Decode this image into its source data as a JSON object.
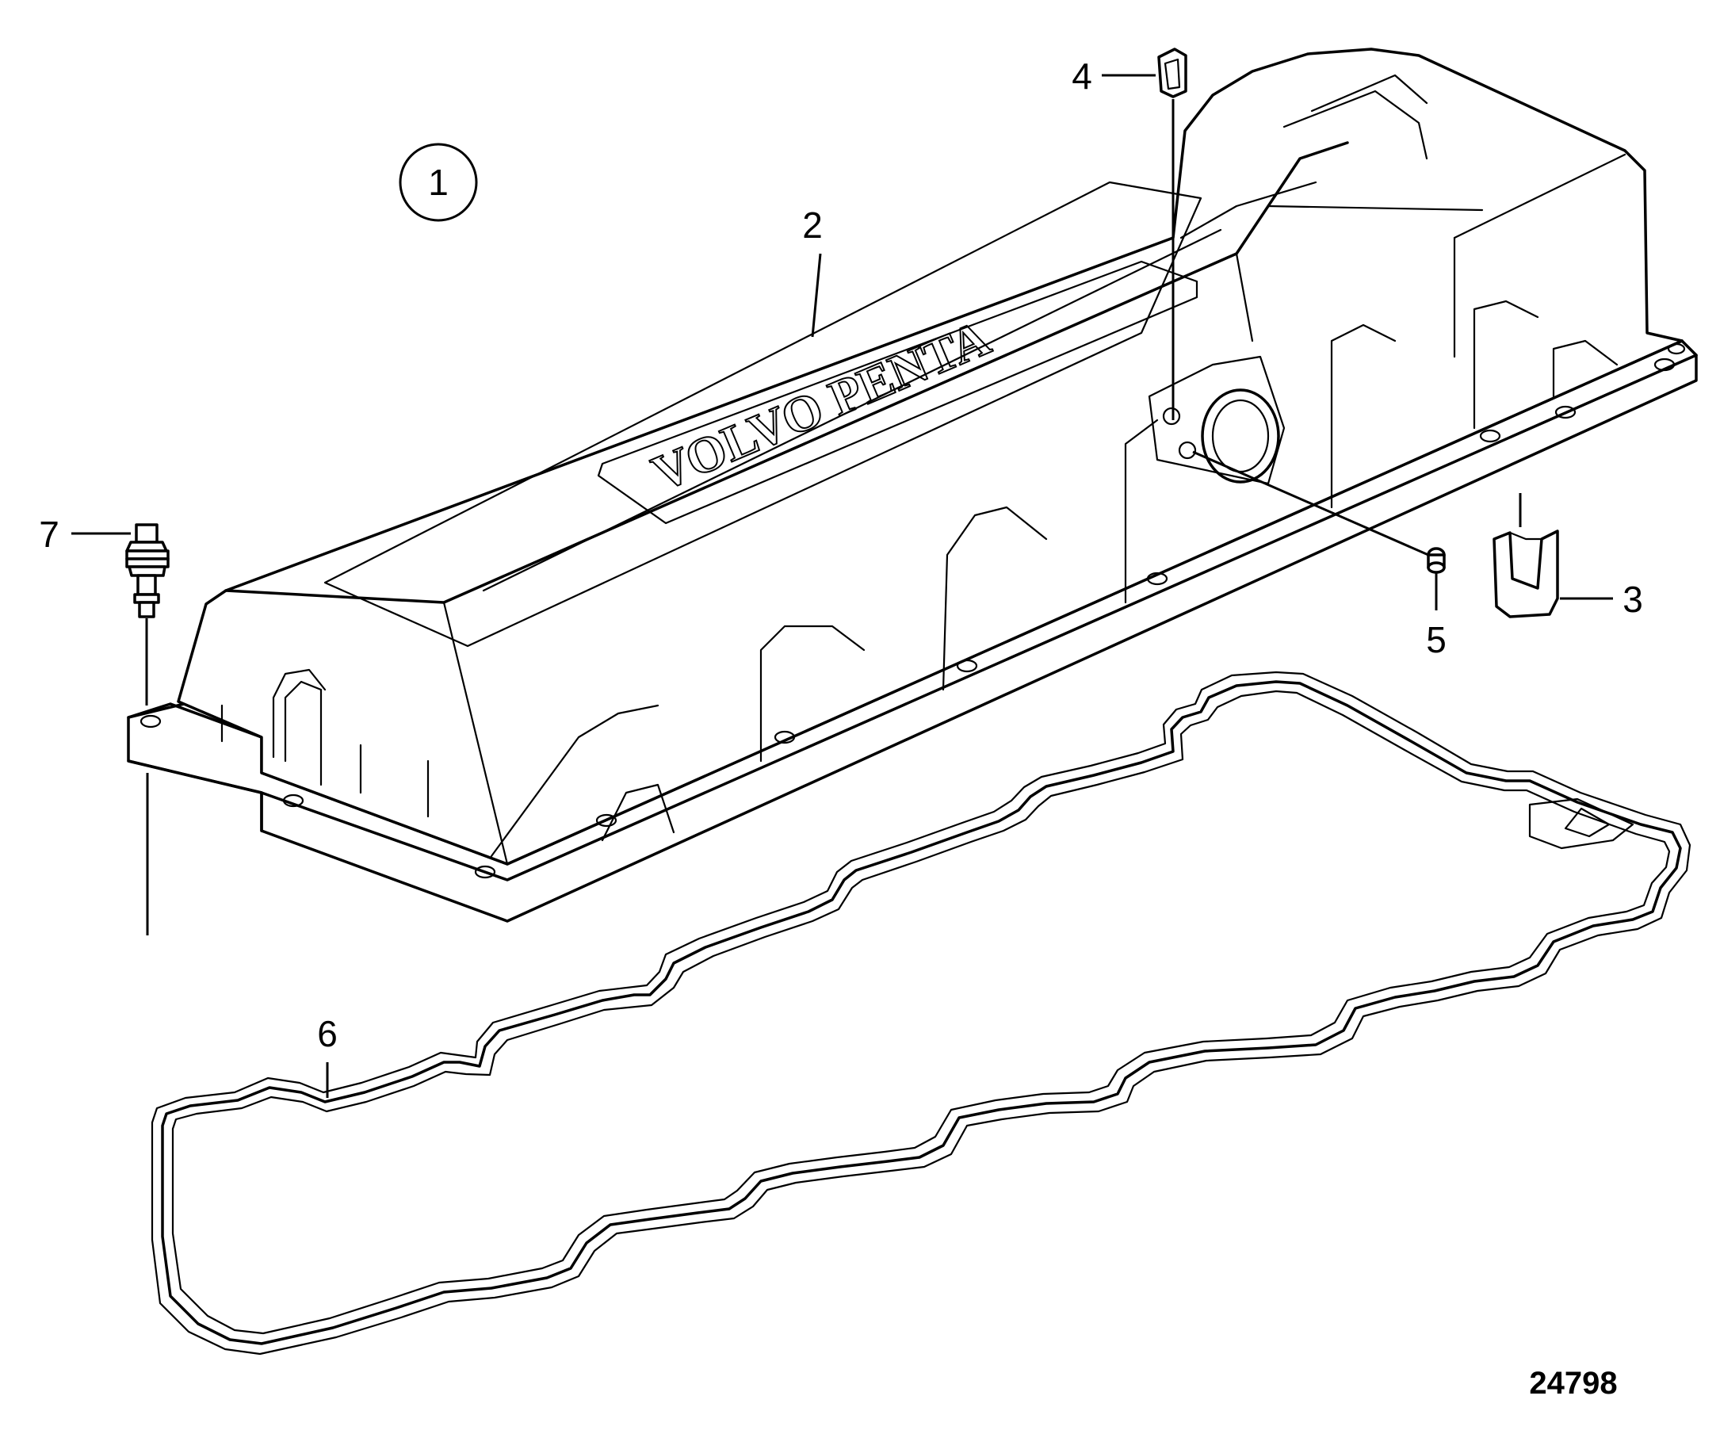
{
  "group_marker": "1",
  "callouts": {
    "c2": "2",
    "c3": "3",
    "c4": "4",
    "c5": "5",
    "c6": "6",
    "c7": "7"
  },
  "cover_logo_text": "VOLVO PENTA",
  "figure_number": "24798",
  "colors": {
    "line": "#000000",
    "background": "#ffffff"
  }
}
